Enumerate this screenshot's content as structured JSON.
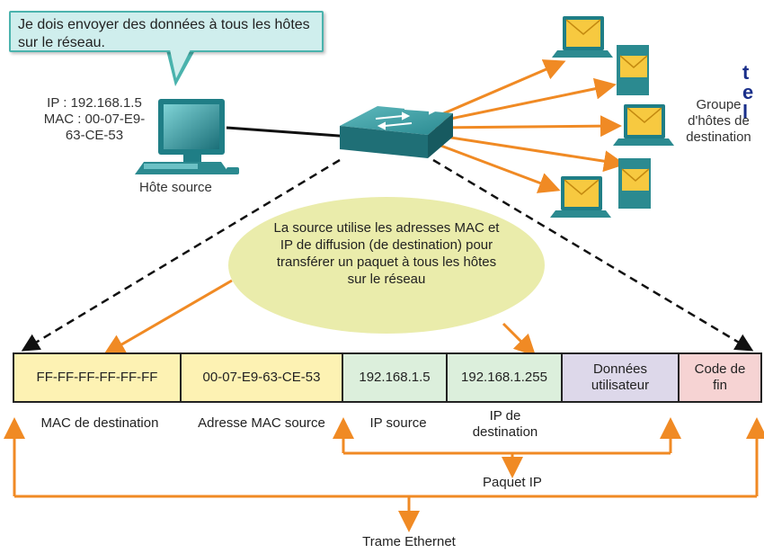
{
  "callout": {
    "text": "Je dois envoyer des données à tous les hôtes sur le réseau."
  },
  "edge_text": "t\ne\nl",
  "source_host": {
    "ip_line": "IP : 192.168.1.5",
    "mac_line1": "MAC : 00-07-E9-",
    "mac_line2": "63-CE-53",
    "label": "Hôte source"
  },
  "destination_group": {
    "line1": "Groupe",
    "line2": "d'hôtes de",
    "line3": "destination"
  },
  "ellipse": {
    "text": "La source utilise les adresses MAC et IP de diffusion (de destination) pour transférer un paquet à tous les hôtes sur le réseau"
  },
  "frame": {
    "cells": [
      {
        "value": "FF-FF-FF-FF-FF-FF",
        "label": "MAC de destination"
      },
      {
        "value": "00-07-E9-63-CE-53",
        "label": "Adresse MAC source"
      },
      {
        "value": "192.168.1.5",
        "label": "IP source"
      },
      {
        "value": "192.168.1.255",
        "label_line1": "IP de",
        "label_line2": "destination"
      },
      {
        "value_line1": "Données",
        "value_line2": "utilisateur"
      },
      {
        "value_line1": "Code de",
        "value_line2": "fin"
      }
    ]
  },
  "bracket_labels": {
    "packet": "Paquet IP",
    "frame": "Trame Ethernet"
  },
  "colors": {
    "arrow_orange": "#f08a24",
    "switch_teal": "#2b8a90",
    "monitor_teal": "#1f7e86",
    "ellipse_fill": "#e9eba6",
    "callout_fill": "#cfeeed",
    "envelope": "#f7c940"
  }
}
